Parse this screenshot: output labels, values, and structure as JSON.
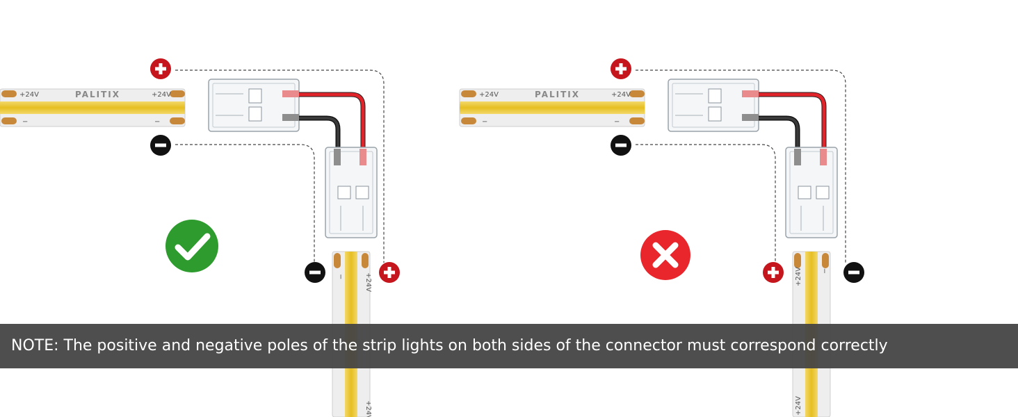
{
  "note": "NOTE: The positive and negative poles of the strip lights on both sides of the connector must correspond correctly",
  "strip": {
    "brand": "PALITIX",
    "positive_label": "+24V",
    "negative_label": "−"
  },
  "colors": {
    "positive_badge": "#c4161c",
    "negative_badge": "#111111",
    "correct_badge": "#2e9b2e",
    "wrong_badge": "#e8262c",
    "strip_yellow": "#e8c42a",
    "strip_white": "#eeeeee",
    "red_wire": "#e0242a",
    "black_wire": "#222222",
    "note_background": "#444444"
  },
  "icons": {
    "correct": "check-icon",
    "wrong": "cross-icon",
    "positive": "plus-icon",
    "negative": "minus-icon"
  }
}
